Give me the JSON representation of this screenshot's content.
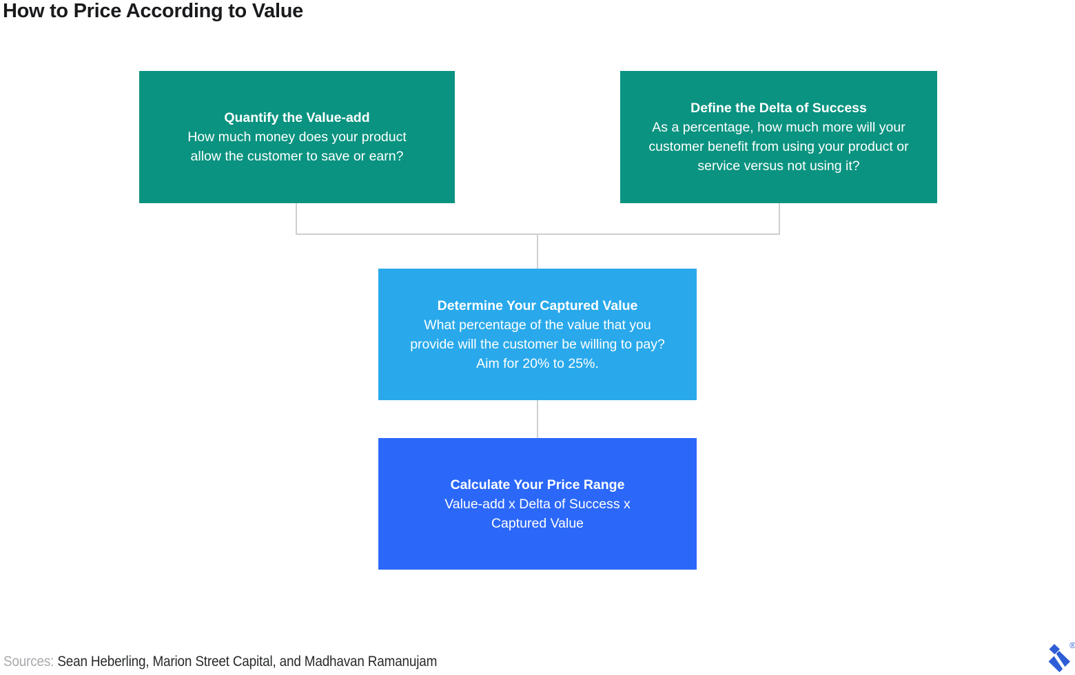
{
  "title": "How to Price According to Value",
  "flowchart": {
    "nodes": [
      {
        "id": "quantify-value-add",
        "heading": "Quantify the Value-add",
        "body": "How much money does your product allow the customer to save or earn?",
        "color": "#0A9380"
      },
      {
        "id": "define-delta-of-success",
        "heading": "Define the Delta of Success",
        "body": "As a percentage, how much more will your customer benefit from using your product or service versus not using it?",
        "color": "#0A9380"
      },
      {
        "id": "determine-captured-value",
        "heading": "Determine Your Captured Value",
        "body": "What percentage of the value that you provide will the customer be willing to pay? Aim for 20% to 25%.",
        "color": "#29A9EB"
      },
      {
        "id": "calculate-price-range",
        "heading": "Calculate Your Price Range",
        "body": "Value-add x Delta of Success x Captured Value",
        "color": "#2B68FA"
      }
    ]
  },
  "footer": {
    "sources_label": "Sources:",
    "sources_text": " Sean Heberling, Marion Street Capital, and Madhavan Ramanujam"
  },
  "branding": {
    "logo_name": "toptal-logo",
    "registered_mark": "®"
  },
  "colors": {
    "node_green": "#0A9380",
    "node_light_blue": "#29A9EB",
    "node_dark_blue": "#2B68FA",
    "connector_gray": "#CDD0D3",
    "logo_blue": "#2E5ED6",
    "title_text": "#191A1C",
    "sources_label_gray": "#A7A9AC"
  }
}
